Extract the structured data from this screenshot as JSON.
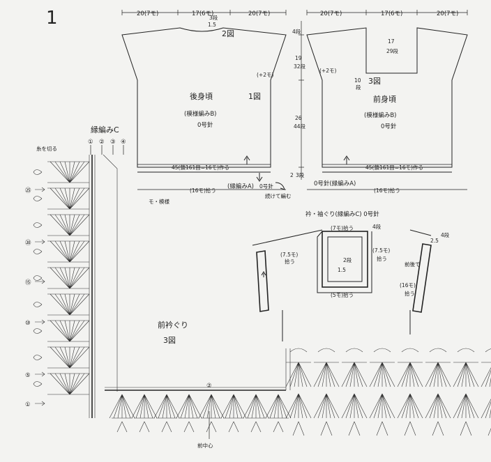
{
  "figure_number": "1",
  "back_panel": {
    "title": "後身頃",
    "pattern": "(模様編みB)",
    "needle": "0号針",
    "fig": "2図",
    "fig1": "1図",
    "neck_depth": "3段",
    "neck_offset": "1.5",
    "dims_top": [
      "20(7モ)",
      "17(6モ)",
      "20(7モ)"
    ],
    "increase": "(+2モ)",
    "bottom_label": "45(鎖161目=16モ)作る",
    "border_label": "(縁編みA)",
    "border_label2": "0号針",
    "pickup": "(16モ)拾う",
    "side_dims": [
      "4段",
      "19",
      "32段",
      "26",
      "44段",
      "2",
      "3段"
    ],
    "note": "続けて編む"
  },
  "front_panel": {
    "title": "前身頃",
    "pattern": "(模様編みB)",
    "needle": "0号針",
    "fig": "3図",
    "dims_top": [
      "20(7モ)",
      "17(6モ)",
      "20(7モ)"
    ],
    "neck": [
      "17",
      "29段"
    ],
    "neck_small": [
      "10",
      "段"
    ],
    "increase": "(+2モ)",
    "bottom_label": "45(鎖161目=16モ)作る",
    "border_label": "0号針(縁編みA)",
    "pickup": "(16モ)拾う"
  },
  "motif_label": "モ・模様",
  "edging_c": {
    "title": "縁編みC",
    "rows": [
      "①",
      "②",
      "③",
      "④"
    ],
    "start_note": "糸を切る",
    "row_markers": [
      "㉕",
      "⑳",
      "⑮",
      "⑩",
      "⑤",
      "①"
    ],
    "center_label": "前衿ぐり",
    "center_fig": "3図",
    "front_center": "前中心",
    "marker_2": "②"
  },
  "collar": {
    "title": "衿・袖ぐり(縁編みC) 0号針",
    "top": "(7モ)拾う",
    "left": "(7.5モ)",
    "right": "(7.5モ)",
    "left2": "拾う",
    "right2": "拾う",
    "inner": "1.5",
    "inner2": "2段",
    "bottom": "(5モ)拾う",
    "side_marker": "2.5",
    "side_rows": "4段",
    "right_side": "前後で",
    "right_pick": "(16モ)",
    "right_pick2": "拾う",
    "top_rows": "4段"
  }
}
